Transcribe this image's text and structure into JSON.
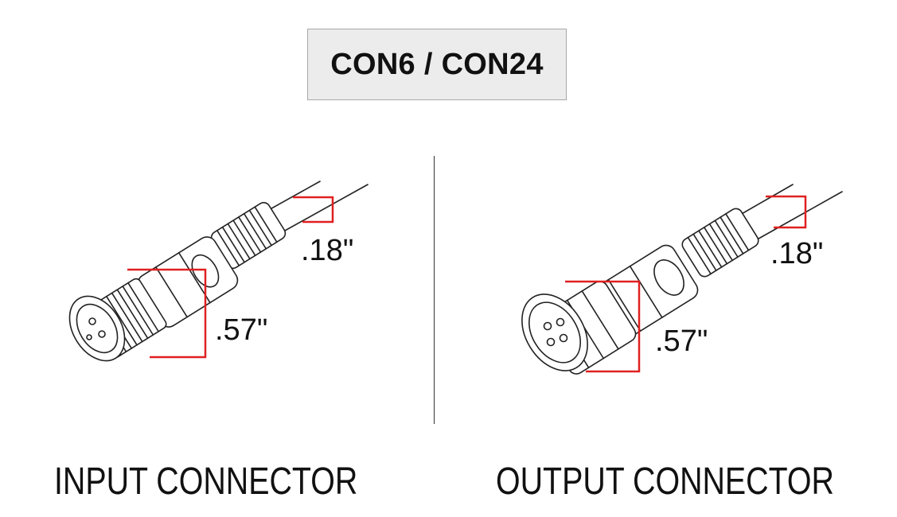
{
  "title": "CON6 / CON24",
  "colors": {
    "dimension_lines": "#e02020",
    "outline": "#222222",
    "title_background": "#ececec"
  },
  "input_connector": {
    "caption": "INPUT CONNECTOR",
    "cable_dimension": ".18\"",
    "body_dimension": ".57\""
  },
  "output_connector": {
    "caption": "OUTPUT CONNECTOR",
    "cable_dimension": ".18\"",
    "body_dimension": ".57\""
  }
}
